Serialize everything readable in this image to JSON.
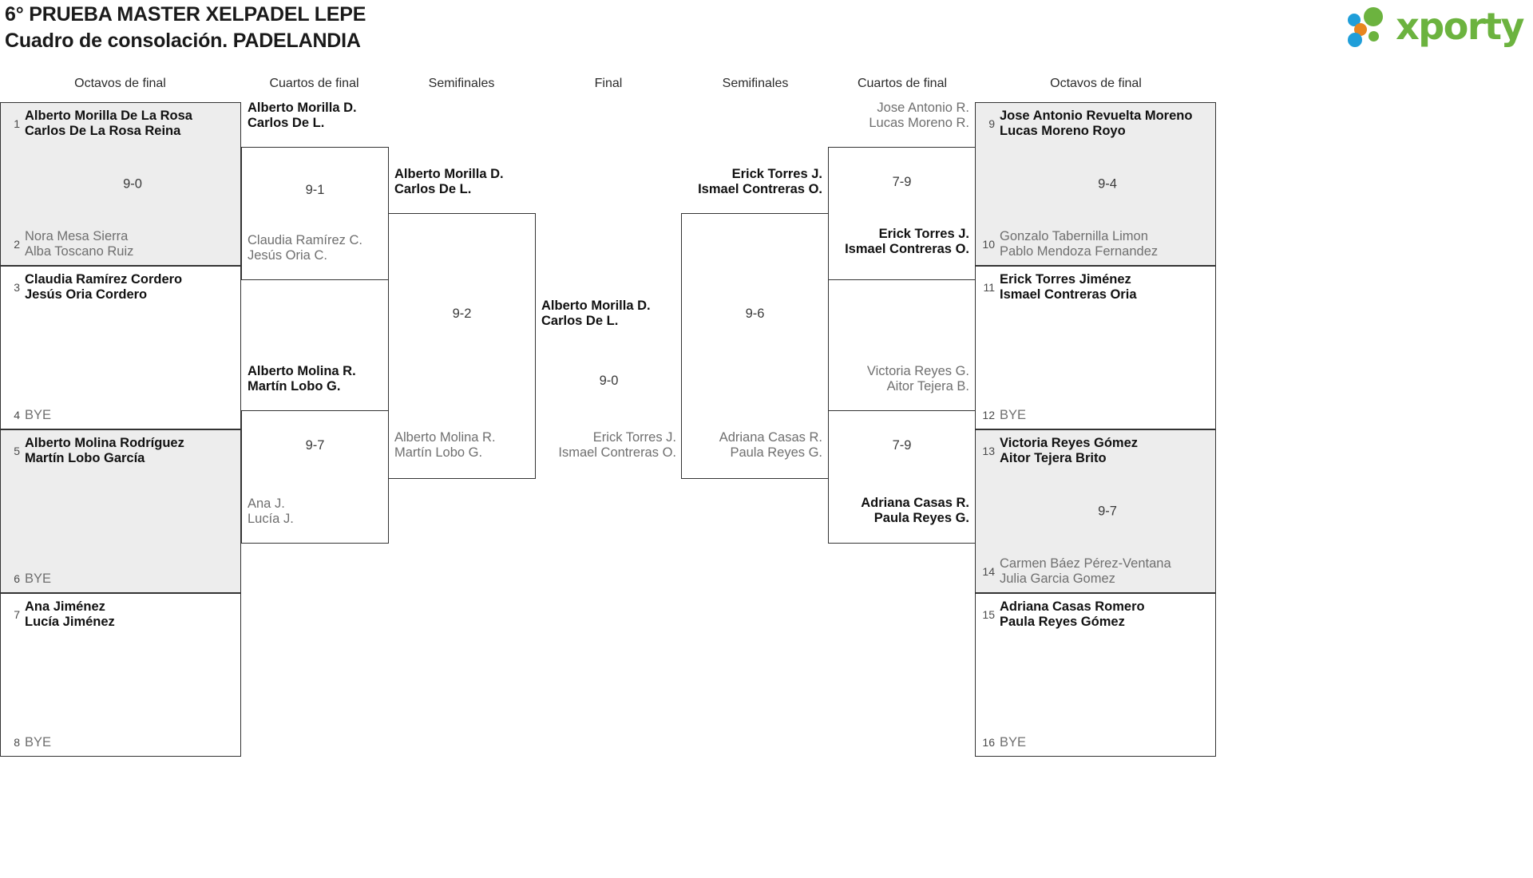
{
  "header": {
    "title_line1": "6° PRUEBA MASTER XELPADEL LEPE",
    "title_line2": "Cuadro de consolación. PADELANDIA",
    "logo_text": "xporty",
    "logo_colors": {
      "blue": "#1f9ed9",
      "orange": "#e8861f",
      "green": "#6cb33f"
    }
  },
  "round_headers": [
    {
      "label": "Octavos de final"
    },
    {
      "label": "Cuartos de final"
    },
    {
      "label": "Semifinales"
    },
    {
      "label": "Final"
    },
    {
      "label": "Semifinales"
    },
    {
      "label": "Cuartos de final"
    },
    {
      "label": "Octavos de final"
    }
  ],
  "bracket": {
    "left": {
      "round_of_16": [
        {
          "seed_top": "1",
          "top_l1": "Alberto Morilla De La Rosa",
          "top_l2": "Carlos De La Rosa Reina",
          "top_winner": true,
          "seed_bot": "2",
          "bot_l1": "Nora Mesa Sierra",
          "bot_l2": "Alba Toscano Ruiz",
          "bot_winner": false,
          "score": "9-0",
          "shaded": true
        },
        {
          "seed_top": "3",
          "top_l1": "Claudia Ramírez Cordero",
          "top_l2": "Jesús Oria Cordero",
          "top_winner": true,
          "seed_bot": "4",
          "bot_l1": "BYE",
          "bot_l2": "",
          "bot_winner": false,
          "score": "",
          "shaded": false
        },
        {
          "seed_top": "5",
          "top_l1": "Alberto Molina Rodríguez",
          "top_l2": "Martín Lobo García",
          "top_winner": true,
          "seed_bot": "6",
          "bot_l1": "BYE",
          "bot_l2": "",
          "bot_winner": false,
          "score": "",
          "shaded": true
        },
        {
          "seed_top": "7",
          "top_l1": "Ana Jiménez",
          "top_l2": "Lucía Jiménez",
          "top_winner": true,
          "seed_bot": "8",
          "bot_l1": "BYE",
          "bot_l2": "",
          "bot_winner": false,
          "score": "",
          "shaded": false
        }
      ],
      "quarter_finals": [
        {
          "top_l1": "Alberto Morilla D.",
          "top_l2": "Carlos De L.",
          "top_winner": true,
          "bot_l1": "Claudia Ramírez C.",
          "bot_l2": "Jesús Oria C.",
          "bot_winner": false,
          "score": "9-1"
        },
        {
          "top_l1": "Alberto Molina R.",
          "top_l2": "Martín Lobo G.",
          "top_winner": true,
          "bot_l1": "Ana J.",
          "bot_l2": "Lucía J.",
          "bot_winner": false,
          "score": "9-7"
        }
      ],
      "semi_finals": [
        {
          "top_l1": "Alberto Morilla D.",
          "top_l2": "Carlos De L.",
          "top_winner": true,
          "bot_l1": "Alberto Molina R.",
          "bot_l2": "Martín Lobo G.",
          "bot_winner": false,
          "score": "9-2"
        }
      ]
    },
    "final": {
      "top_l1": "Alberto Morilla D.",
      "top_l2": "Carlos De L.",
      "top_winner": true,
      "bot_l1": "Erick Torres J.",
      "bot_l2": "Ismael Contreras O.",
      "bot_winner": false,
      "score": "9-0"
    },
    "right": {
      "round_of_16": [
        {
          "seed_top": "9",
          "top_l1": "Jose Antonio Revuelta Moreno",
          "top_l2": "Lucas Moreno Royo",
          "top_winner": true,
          "seed_bot": "10",
          "bot_l1": "Gonzalo Tabernilla Limon",
          "bot_l2": "Pablo Mendoza Fernandez",
          "bot_winner": false,
          "score": "9-4",
          "shaded": true
        },
        {
          "seed_top": "11",
          "top_l1": "Erick Torres Jiménez",
          "top_l2": "Ismael Contreras Oria",
          "top_winner": true,
          "seed_bot": "12",
          "bot_l1": "BYE",
          "bot_l2": "",
          "bot_winner": false,
          "score": "",
          "shaded": false
        },
        {
          "seed_top": "13",
          "top_l1": "Victoria Reyes Gómez",
          "top_l2": "Aitor Tejera Brito",
          "top_winner": true,
          "seed_bot": "14",
          "bot_l1": "Carmen Báez Pérez-Ventana",
          "bot_l2": "Julia Garcia Gomez",
          "bot_winner": false,
          "score": "9-7",
          "shaded": true
        },
        {
          "seed_top": "15",
          "top_l1": "Adriana Casas Romero",
          "top_l2": "Paula Reyes Gómez",
          "top_winner": true,
          "seed_bot": "16",
          "bot_l1": "BYE",
          "bot_l2": "",
          "bot_winner": false,
          "score": "",
          "shaded": false
        }
      ],
      "quarter_finals": [
        {
          "top_l1": "Jose Antonio R.",
          "top_l2": "Lucas Moreno R.",
          "top_winner": false,
          "bot_l1": "Erick Torres J.",
          "bot_l2": "Ismael Contreras O.",
          "bot_winner": true,
          "score": "7-9"
        },
        {
          "top_l1": "Victoria Reyes G.",
          "top_l2": "Aitor Tejera B.",
          "top_winner": false,
          "bot_l1": "Adriana Casas R.",
          "bot_l2": "Paula Reyes G.",
          "bot_winner": true,
          "score": "7-9"
        }
      ],
      "semi_finals": [
        {
          "top_l1": "Erick Torres J.",
          "top_l2": "Ismael Contreras O.",
          "top_winner": true,
          "bot_l1": "Adriana Casas R.",
          "bot_l2": "Paula Reyes G.",
          "bot_winner": false,
          "score": "9-6"
        }
      ]
    }
  }
}
